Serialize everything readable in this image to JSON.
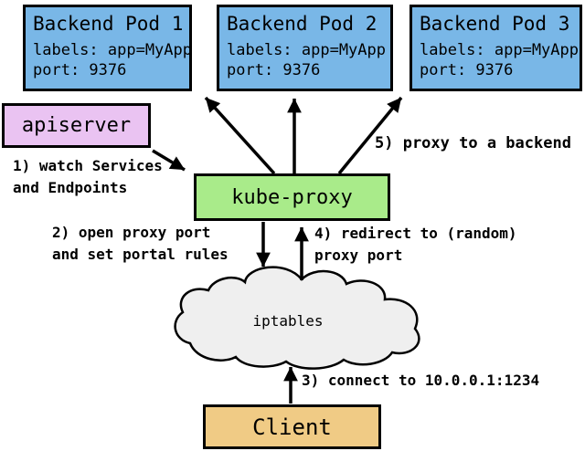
{
  "pods": [
    {
      "title": "Backend Pod 1",
      "labels_line": "labels: app=MyApp",
      "port_line": "port: 9376"
    },
    {
      "title": "Backend Pod 2",
      "labels_line": "labels: app=MyApp",
      "port_line": "port: 9376"
    },
    {
      "title": "Backend Pod 3",
      "labels_line": "labels: app=MyApp",
      "port_line": "port: 9376"
    }
  ],
  "nodes": {
    "apiserver": "apiserver",
    "kube_proxy": "kube-proxy",
    "iptables": "iptables",
    "client": "Client"
  },
  "steps": {
    "step1": "1) watch Services\nand Endpoints",
    "step2": "2) open proxy port\nand set portal rules",
    "step3": "3) connect to 10.0.0.1:1234",
    "step4": "4) redirect to (random)\nproxy port",
    "step5": "5) proxy to a backend"
  },
  "colors": {
    "pod_fill": "#79B7E7",
    "apiserver_fill": "#EAC3F2",
    "kube_proxy_fill": "#A9EB8A",
    "iptables_fill": "#EFEFEF",
    "client_fill": "#F0CB85",
    "stroke": "#000000"
  }
}
